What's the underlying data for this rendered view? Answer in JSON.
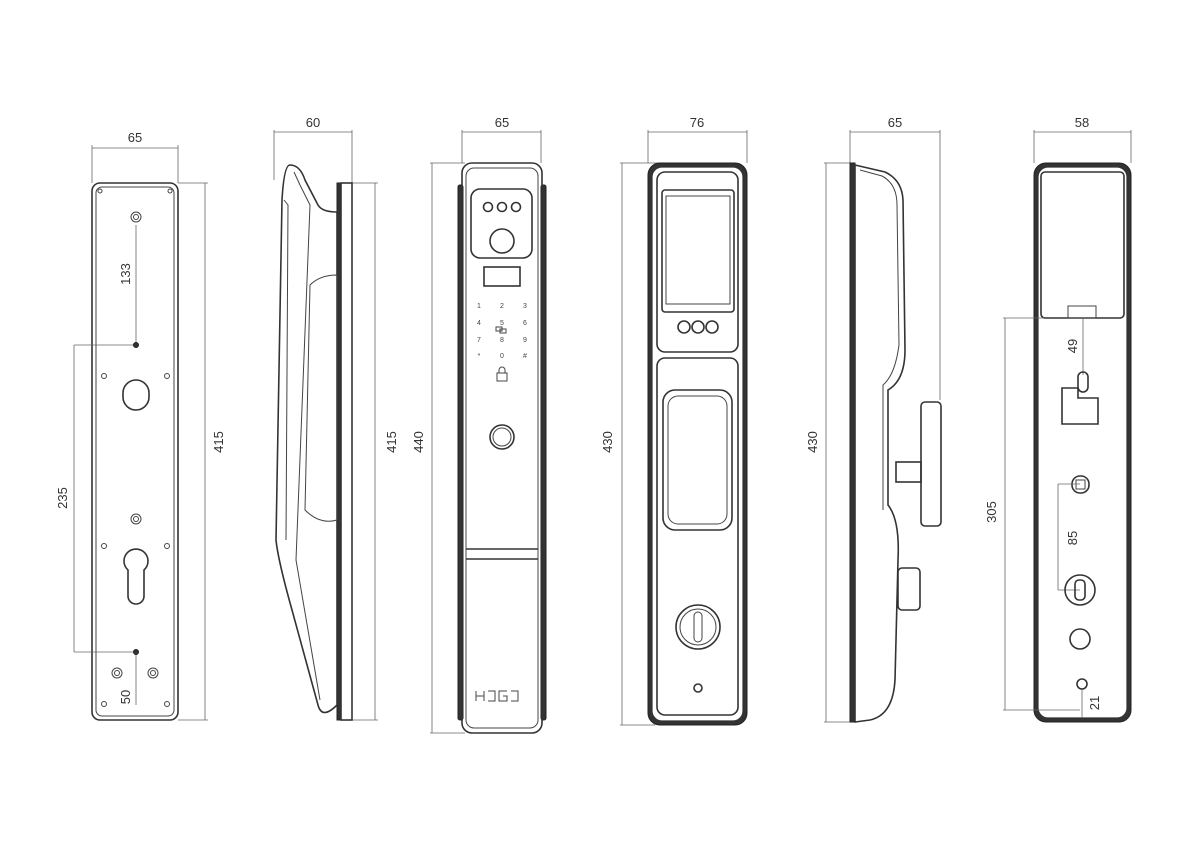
{
  "drawing": {
    "views": [
      {
        "name": "back-plate",
        "width_dim": "65",
        "height_dim": "415",
        "hole_spacing_top": "133",
        "hole_spacing_mid": "235",
        "bottom_offset": "50"
      },
      {
        "name": "side-left",
        "depth_dim": "60",
        "height_dim": "415"
      },
      {
        "name": "front-keypad",
        "width_dim": "65",
        "height_dim": "440",
        "keypad": [
          "1",
          "2",
          "3",
          "4",
          "5",
          "6",
          "7",
          "8",
          "9",
          "*",
          "0",
          "#"
        ],
        "logo": "HDGD"
      },
      {
        "name": "front-screen",
        "width_dim": "76",
        "height_dim": "430"
      },
      {
        "name": "side-right",
        "depth_dim": "65",
        "height_dim": "430"
      },
      {
        "name": "inside-panel",
        "width_dim": "58",
        "height_dim": "305",
        "dim_a": "49",
        "dim_b": "85",
        "dim_c": "21"
      }
    ]
  }
}
